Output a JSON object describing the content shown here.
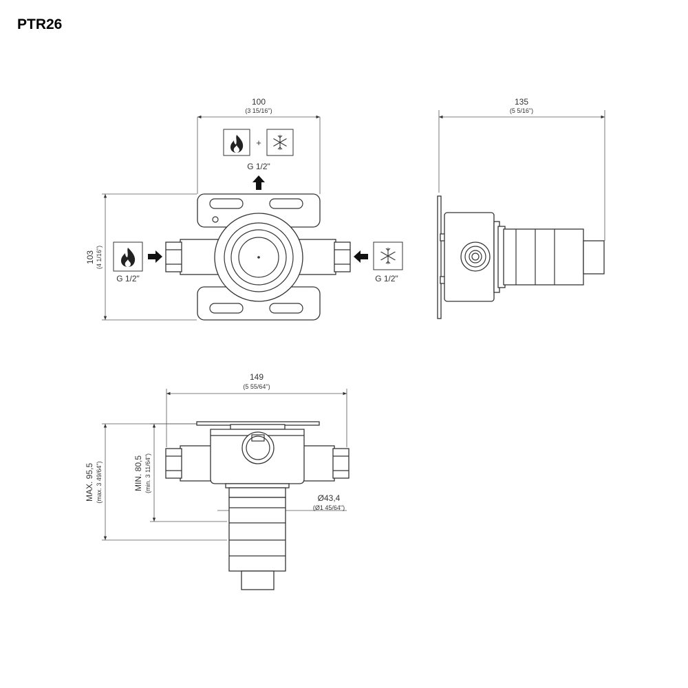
{
  "model": "PTR26",
  "front_view": {
    "width_dim": {
      "mm": "100",
      "inch": "(3 15/16\")"
    },
    "height_dim": {
      "mm": "103",
      "inch": "(4 1/16\")"
    },
    "outlet": {
      "symbols": [
        "hot-water-icon",
        "plus",
        "cold-water-icon"
      ],
      "plus": "+",
      "thread": "G 1/2\""
    },
    "inlet_left": {
      "symbol": "hot-water-icon",
      "thread": "G 1/2\""
    },
    "inlet_right": {
      "symbol": "cold-water-icon",
      "thread": "G 1/2\""
    }
  },
  "side_view": {
    "depth_dim": {
      "mm": "135",
      "inch": "(5 5/16\")"
    }
  },
  "top_view": {
    "width_dim": {
      "mm": "149",
      "inch": "(5 55/64\")"
    },
    "max_depth_dim": {
      "mm": "MAX. 95,5",
      "inch": "(max. 3 49/64\")"
    },
    "min_depth_dim": {
      "mm": "MIN. 80,5",
      "inch": "(min. 3 11/64\")"
    },
    "diameter_dim": {
      "mm": "Ø43,4",
      "inch": "(Ø1 45/64\")"
    }
  },
  "colors": {
    "line": "#333333",
    "text": "#333333",
    "background": "#ffffff"
  }
}
